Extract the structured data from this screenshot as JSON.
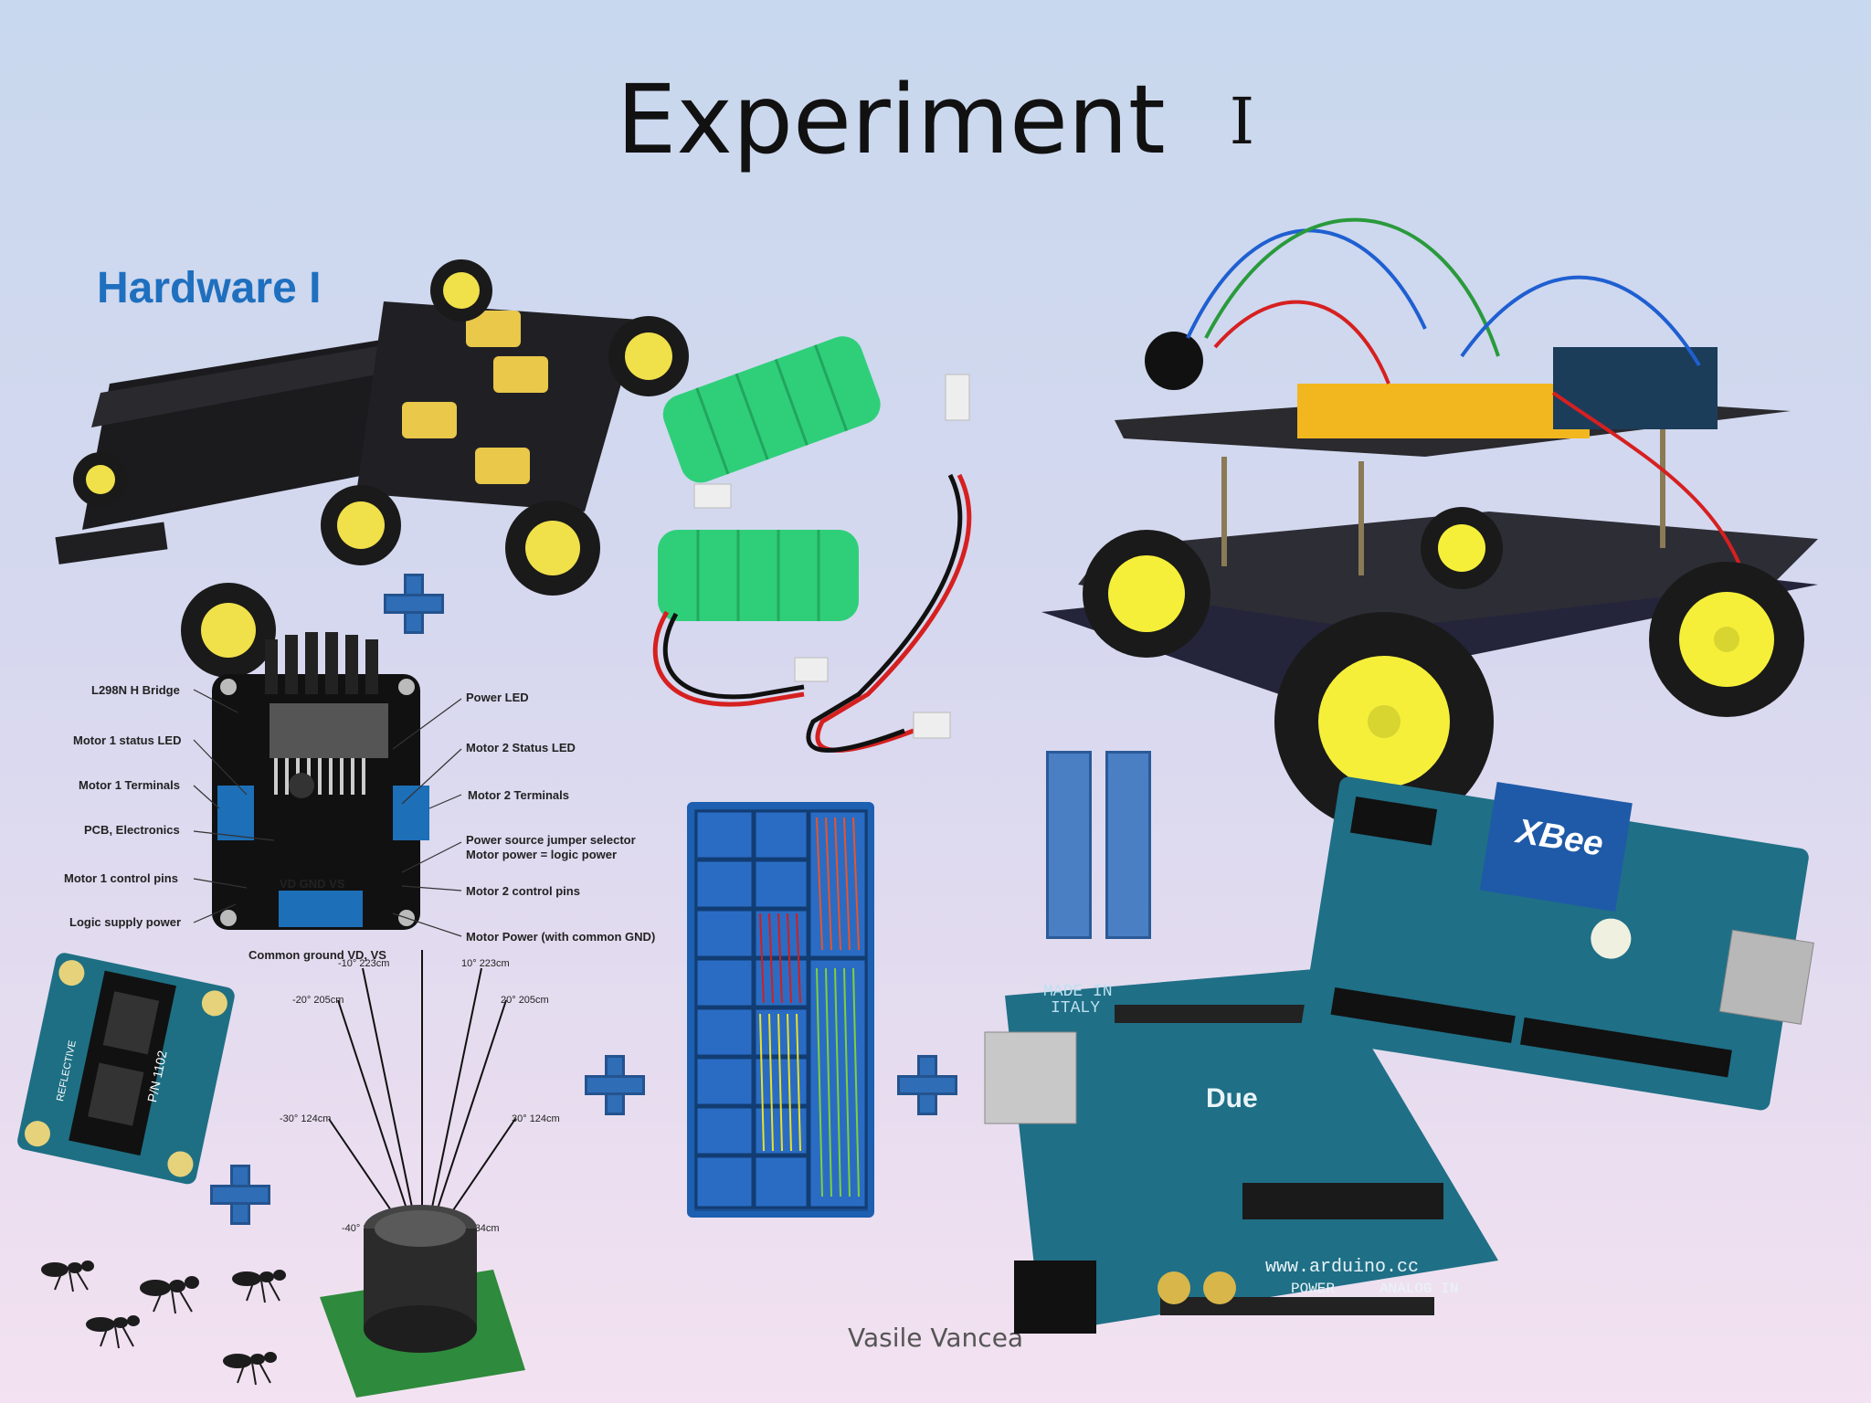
{
  "slide": {
    "title": "Experiment",
    "title_roman": "I",
    "subtitle": "Hardware  I",
    "credit": "Vasile Vancea"
  },
  "l298n_labels": {
    "l298n": "L298N H Bridge",
    "m1_status": "Motor 1 status LED",
    "m1_terminals": "Motor 1 Terminals",
    "pcb": "PCB, Electronics",
    "m1_control": "Motor 1 control pins",
    "logic_supply": "Logic supply power",
    "power_led": "Power LED",
    "m2_status": "Motor 2 Status LED",
    "m2_terminals": "Motor 2 Terminals",
    "jumper_1": "Power source jumper selector",
    "jumper_2": "Motor power = logic power",
    "m2_control": "Motor 2 control pins",
    "motor_power": "Motor Power (with common GND)",
    "common_ground": "Common ground VD, VS",
    "pins": "VD GND VS"
  },
  "sonar_labels": {
    "a1": "-10° 223cm",
    "a2": "10° 223cm",
    "a3": "-20° 205cm",
    "a4": "20° 205cm",
    "a5": "-30° 124cm",
    "a6": "30° 124cm",
    "a7": "-40° 34cm",
    "a8": "40° 34cm"
  },
  "board_text": {
    "xbee": "XBee",
    "made_in": "MADE IN",
    "italy": "ITALY",
    "due": "Due",
    "arduino_url": "www.arduino.cc",
    "analog": "ANALOG IN",
    "power": "POWER",
    "pn": "P/N 1102",
    "reflective": "REFLECTIVE"
  },
  "colors": {
    "plus": "#2f6db6",
    "subtitle": "#1f6fbf",
    "pcb_blue": "#1f6f86",
    "battery_green": "#2fcf7a",
    "wheel_yellow": "#f5ef3a"
  }
}
